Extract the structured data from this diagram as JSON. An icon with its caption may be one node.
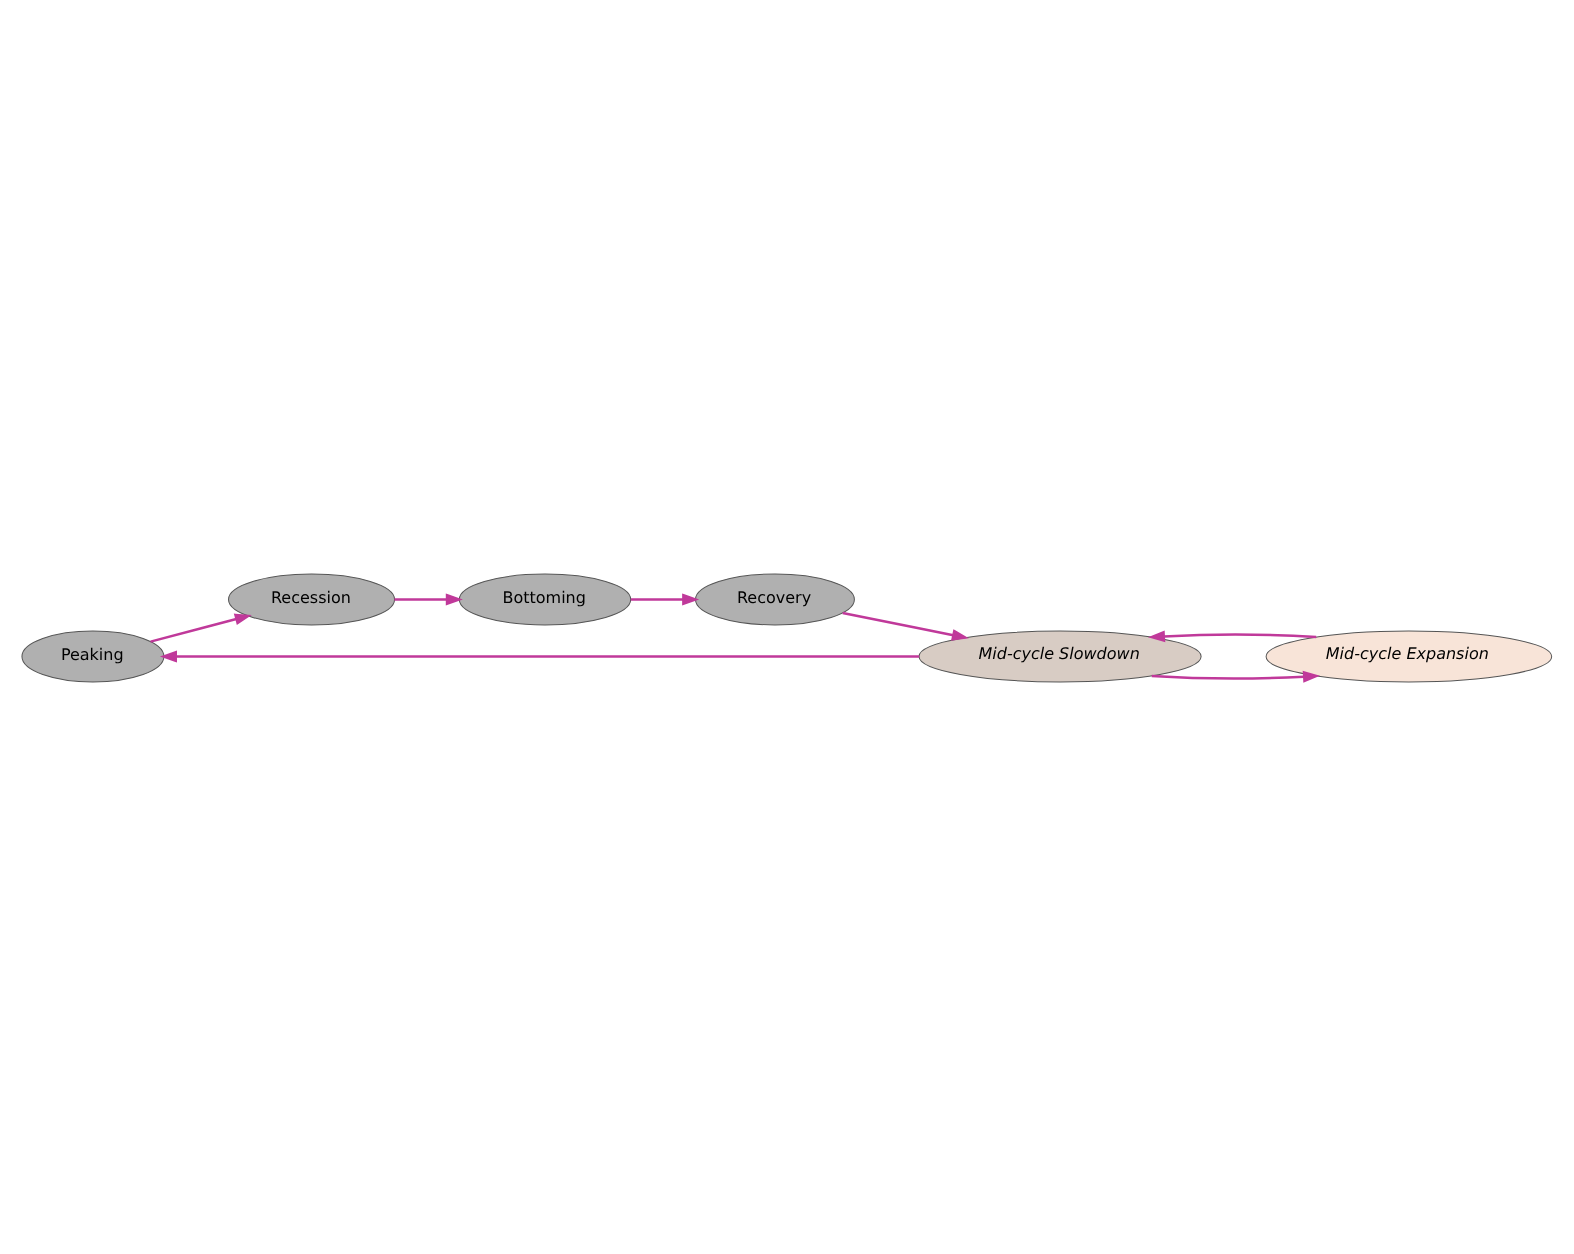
{
  "diagram": {
    "nodes": [
      {
        "text": [
          "Peaking"
        ]
      },
      {
        "text": [
          "Recession"
        ]
      },
      {
        "text": [
          "Bottoming"
        ]
      },
      {
        "text": [
          "Recovery"
        ]
      },
      {
        "text": [
          "Mid-cycle Slowdown"
        ]
      },
      {
        "text": [
          "Mid-cycle Expansion"
        ]
      }
    ],
    "edges": [
      {
        "from": 0,
        "to": 1,
        "arrow": "to"
      },
      {
        "from": 1,
        "to": 2,
        "arrow": "to"
      },
      {
        "from": 2,
        "to": 3,
        "arrow": "to"
      },
      {
        "from": 3,
        "to": 4,
        "arrow": "to"
      },
      {
        "from": 4,
        "to": 0,
        "arrow": "to"
      },
      {
        "from": 4,
        "to": 5,
        "arrow": "to"
      },
      {
        "from": 5,
        "to": 4,
        "arrow": "to"
      }
    ]
  }
}
